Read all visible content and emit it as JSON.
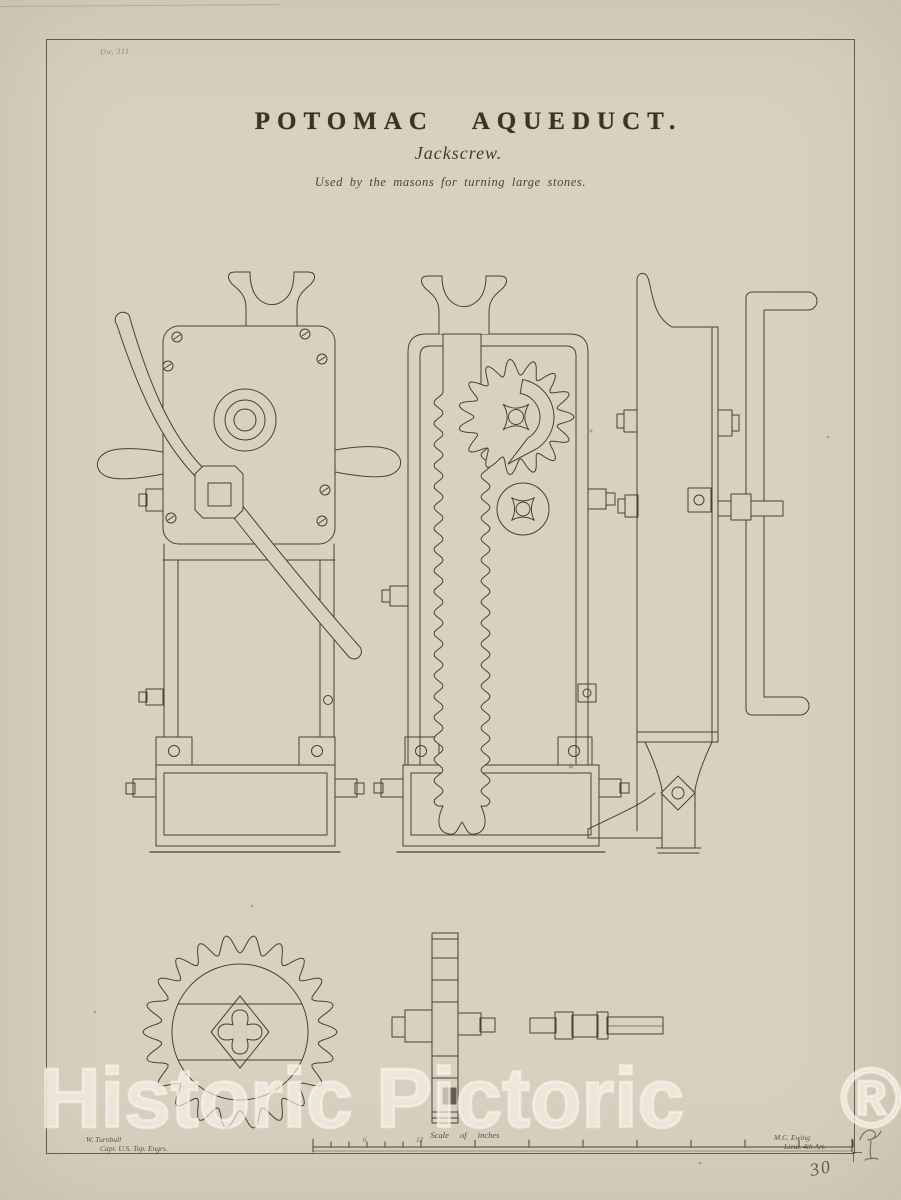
{
  "page": {
    "plate_note": "Dw. 311",
    "page_number": "30"
  },
  "header": {
    "title": "POTOMAC AQUEDUCT.",
    "subtitle": "Jackscrew.",
    "caption": "Used by the masons for turning large stones."
  },
  "scale_bar": {
    "label": "Scale of inches",
    "numbers": [
      "6",
      "12"
    ]
  },
  "credits": {
    "left": {
      "line1": "W. Turnbull",
      "line2": "Capt. U.S. Top. Engrs."
    },
    "right": {
      "line1": "M.C. Ewing",
      "line2": "Lieut. 4th Art."
    }
  },
  "watermark": {
    "text": "Historic Pictoric",
    "registered": "®"
  },
  "colors": {
    "paper": "#d9d1c0",
    "ink": "#4a4034",
    "pencil": "#7a7060",
    "watermark": "#faf6eb"
  }
}
